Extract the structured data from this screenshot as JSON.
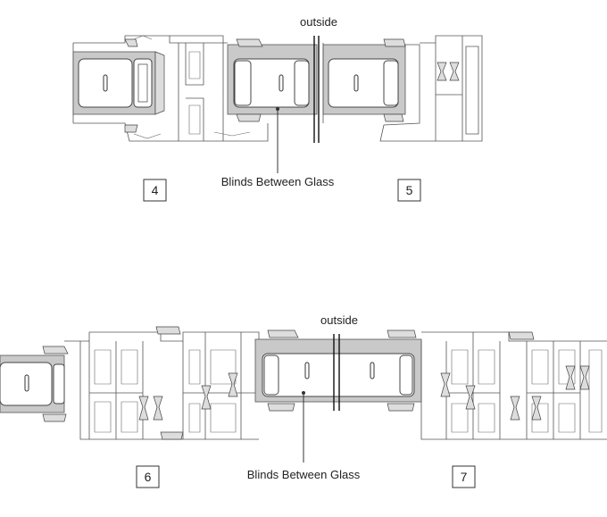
{
  "top_section": {
    "outside_label": "outside",
    "blinds_label": "Blinds Between Glass",
    "detail_left_number": "4",
    "detail_right_number": "5"
  },
  "bottom_section": {
    "outside_label": "outside",
    "blinds_label": "Blinds Between Glass",
    "detail_left_number": "6",
    "detail_right_number": "7"
  }
}
